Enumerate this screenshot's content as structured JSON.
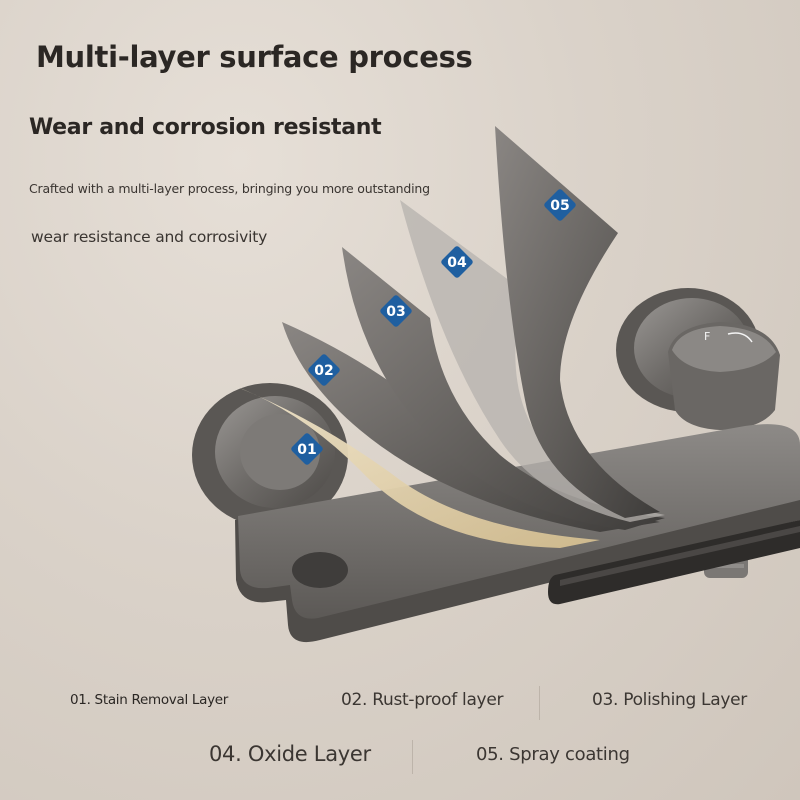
{
  "title": "Multi-layer surface process",
  "subtitle": "Wear and corrosion resistant",
  "description": {
    "line1": "Crafted with a multi-layer process, bringing you more outstanding",
    "line2": "wear resistance and corrosivity"
  },
  "badges": [
    "01",
    "02",
    "03",
    "04",
    "05"
  ],
  "layers": [
    "01. Stain Removal Layer",
    "02. Rust-proof layer",
    "03. Polishing Layer",
    "04. Oxide Layer",
    "05. Spray coating"
  ],
  "colors": {
    "background": "#d9d1c8",
    "metal": "#6f6c69",
    "badge": "#1f5fa0",
    "gold_layer": "#e7d8b8",
    "text": "#2b2724"
  }
}
